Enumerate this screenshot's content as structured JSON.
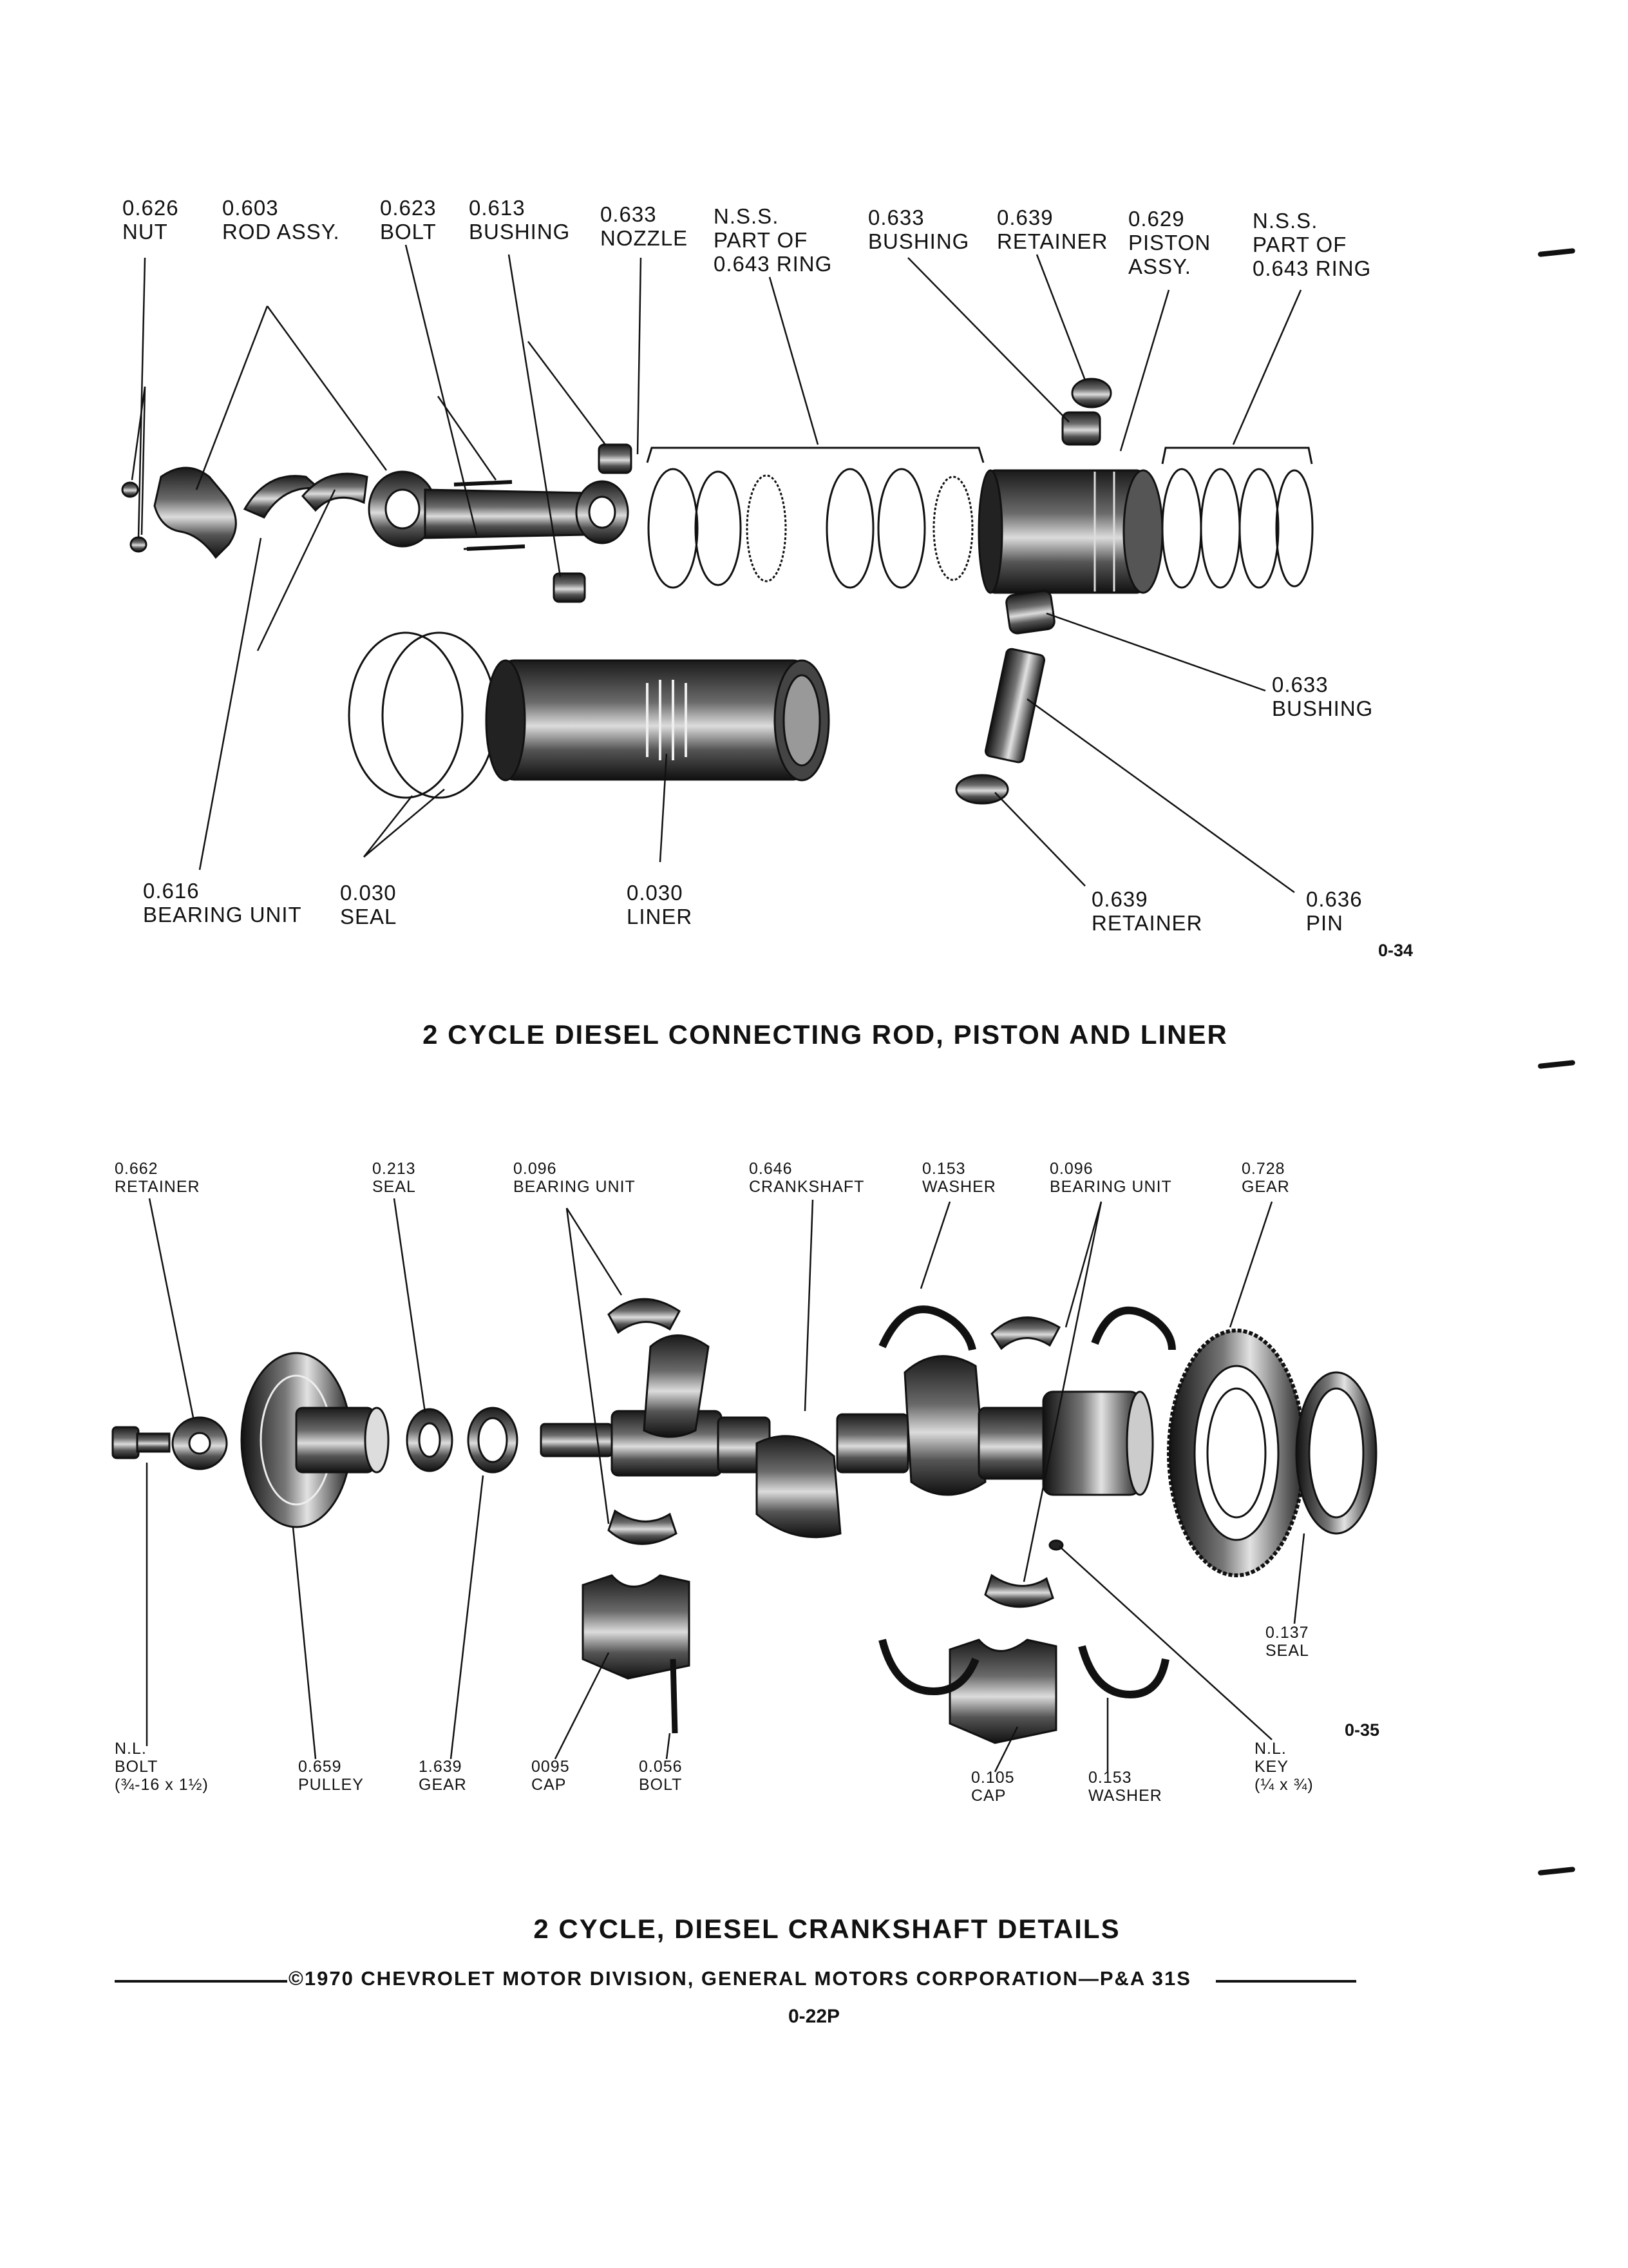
{
  "figure_top": {
    "caption": "2 CYCLE DIESEL CONNECTING ROD, PISTON AND LINER",
    "fig_no": "0-34",
    "labels": [
      {
        "id": "nut",
        "num": "0.626",
        "text": "NUT"
      },
      {
        "id": "rod-assy",
        "num": "0.603",
        "text": "ROD ASSY."
      },
      {
        "id": "bolt",
        "num": "0.623",
        "text": "BOLT"
      },
      {
        "id": "bushing",
        "num": "0.613",
        "text": "BUSHING"
      },
      {
        "id": "nozzle",
        "num": "0.633",
        "text": "NOZZLE"
      },
      {
        "id": "nss-ring-1",
        "num": "N.S.S.",
        "text": "PART OF",
        "text2": "0.643 RING"
      },
      {
        "id": "bushing-2",
        "num": "0.633",
        "text": "BUSHING"
      },
      {
        "id": "retainer",
        "num": "0.639",
        "text": "RETAINER"
      },
      {
        "id": "piston-assy",
        "num": "0.629",
        "text": "PISTON",
        "text2": "ASSY."
      },
      {
        "id": "nss-ring-2",
        "num": "N.S.S.",
        "text": "PART OF",
        "text2": "0.643 RING"
      },
      {
        "id": "bushing-3",
        "num": "0.633",
        "text": "BUSHING"
      },
      {
        "id": "bearing-unit",
        "num": "0.616",
        "text": "BEARING UNIT"
      },
      {
        "id": "seal",
        "num": "0.030",
        "text": "SEAL"
      },
      {
        "id": "liner",
        "num": "0.030",
        "text": "LINER"
      },
      {
        "id": "retainer-2",
        "num": "0.639",
        "text": "RETAINER"
      },
      {
        "id": "pin",
        "num": "0.636",
        "text": "PIN"
      }
    ]
  },
  "figure_bottom": {
    "caption": "2 CYCLE, DIESEL CRANKSHAFT DETAILS",
    "fig_no": "0-35",
    "labels": [
      {
        "id": "retainer",
        "num": "0.662",
        "text": "RETAINER"
      },
      {
        "id": "seal",
        "num": "0.213",
        "text": "SEAL"
      },
      {
        "id": "bearing-unit",
        "num": "0.096",
        "text": "BEARING UNIT"
      },
      {
        "id": "crankshaft",
        "num": "0.646",
        "text": "CRANKSHAFT"
      },
      {
        "id": "washer",
        "num": "0.153",
        "text": "WASHER"
      },
      {
        "id": "bearing-unit-2",
        "num": "0.096",
        "text": "BEARING UNIT"
      },
      {
        "id": "gear",
        "num": "0.728",
        "text": "GEAR"
      },
      {
        "id": "seal-2",
        "num": "0.137",
        "text": "SEAL"
      },
      {
        "id": "nl-bolt",
        "num": "N.L.",
        "text": "BOLT",
        "text2": "(¾-16 x 1½)"
      },
      {
        "id": "pulley",
        "num": "0.659",
        "text": "PULLEY"
      },
      {
        "id": "gear-2",
        "num": "1.639",
        "text": "GEAR"
      },
      {
        "id": "cap",
        "num": "0095",
        "text": "CAP"
      },
      {
        "id": "bolt",
        "num": "0.056",
        "text": "BOLT"
      },
      {
        "id": "cap-2",
        "num": "0.105",
        "text": "CAP"
      },
      {
        "id": "washer-2",
        "num": "0.153",
        "text": "WASHER"
      },
      {
        "id": "nl-key",
        "num": "N.L.",
        "text": "KEY",
        "text2": "(¼ x ¾)"
      }
    ]
  },
  "footer": {
    "copyright": "©1970 CHEVROLET MOTOR DIVISION, GENERAL MOTORS CORPORATION—P&A 31S",
    "page_number": "0-22P"
  }
}
